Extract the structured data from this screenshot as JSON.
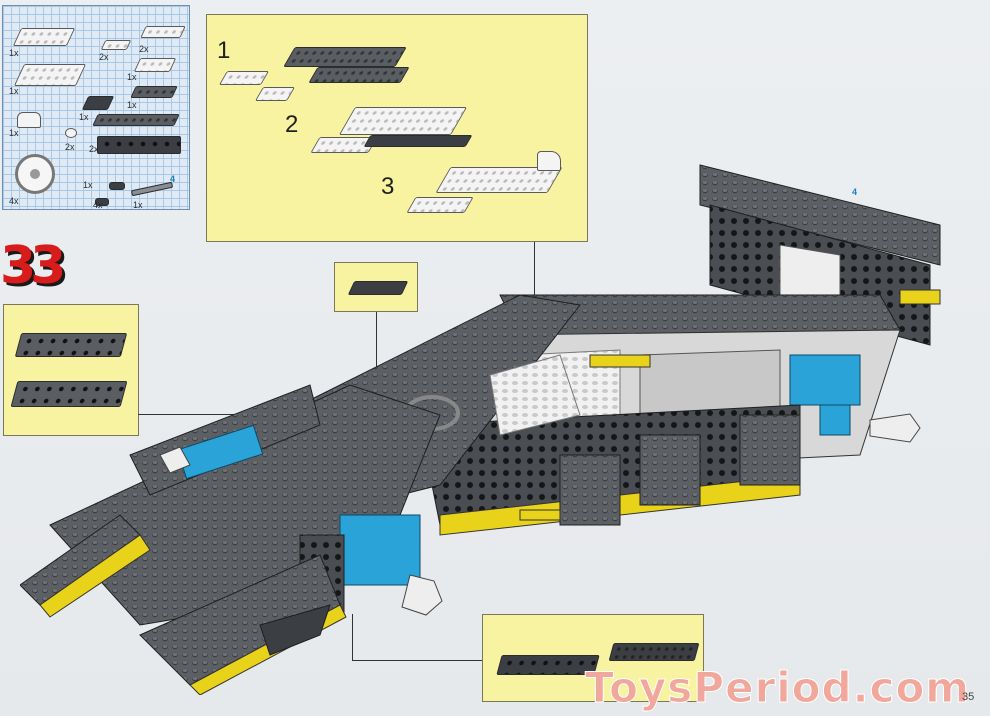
{
  "parts_list": {
    "quantities": [
      {
        "id": "q1",
        "text": "1x"
      },
      {
        "id": "q2",
        "text": "2x"
      },
      {
        "id": "q3",
        "text": "2x"
      },
      {
        "id": "q4",
        "text": "1x"
      },
      {
        "id": "q5",
        "text": "1x"
      },
      {
        "id": "q6",
        "text": "1x"
      },
      {
        "id": "q7",
        "text": "1x"
      },
      {
        "id": "q8",
        "text": "1x"
      },
      {
        "id": "q9",
        "text": "2x"
      },
      {
        "id": "q10",
        "text": "2x"
      },
      {
        "id": "q11",
        "text": "4x"
      },
      {
        "id": "q12",
        "text": "1x"
      },
      {
        "id": "q13",
        "text": "4x"
      },
      {
        "id": "q14",
        "text": "1x"
      }
    ],
    "axle_length": "4"
  },
  "step": {
    "number": "33",
    "substeps": [
      "1",
      "2",
      "3"
    ]
  },
  "car": {
    "wing_axle_length": "4"
  },
  "colors": {
    "brick_dark": "#5a5d61",
    "brick_light": "#f4f4f4",
    "accent_blue": "#2aa3d8",
    "accent_yellow": "#e8d21a",
    "step_red": "#d81b1b",
    "callout_yellow": "#f7f3a0"
  },
  "watermark": "ToysPeriod.com",
  "page_number": "35"
}
